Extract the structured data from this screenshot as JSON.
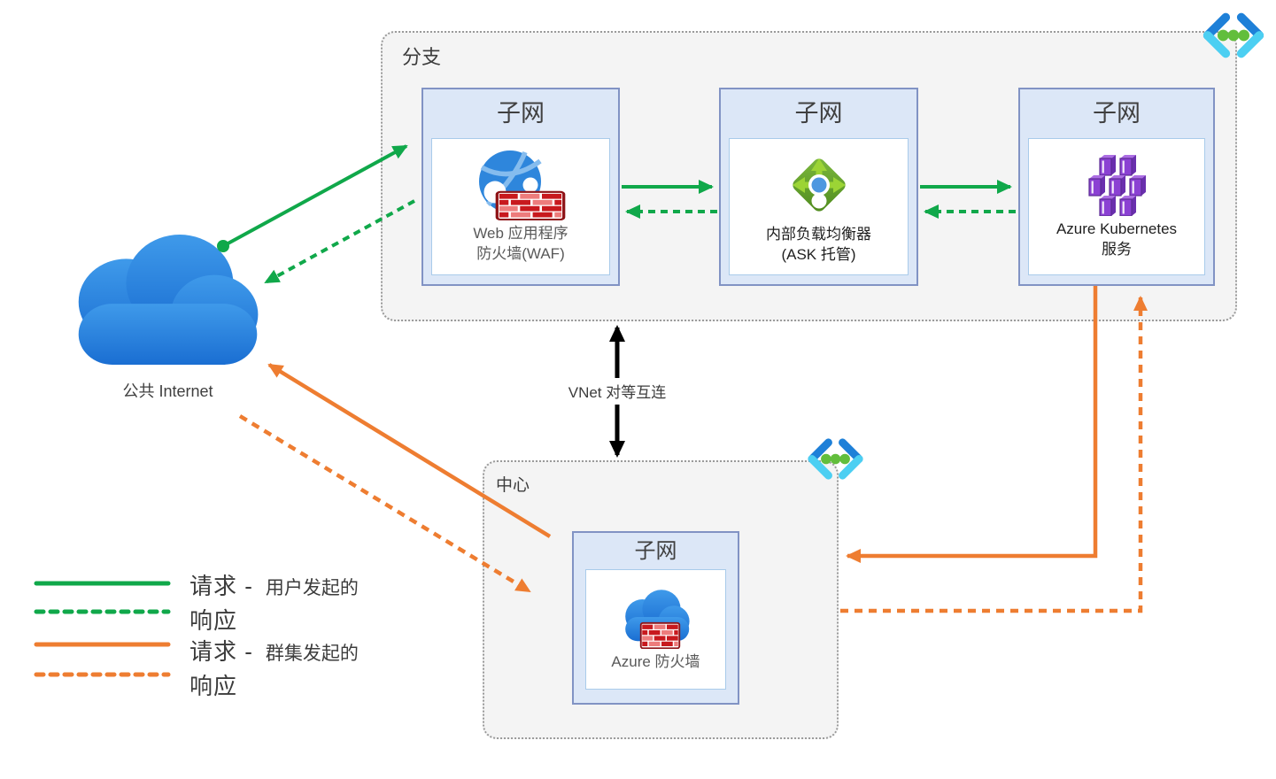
{
  "colors": {
    "request_response_user": "#10A84A",
    "request_response_cluster": "#EE7D31",
    "peering_arrow": "#000000",
    "subnet_border": "#8193C4",
    "subnet_fill": "#DCE7F7",
    "container_fill": "#F4F4F4",
    "cloud_blue": "#2E83DC",
    "aks_purple": "#8B41D3",
    "lb_green": "#5E9E25",
    "firewall_brick_red": "#C8191E",
    "vnet_icon_blue": "#1E80D8",
    "vnet_icon_cyan": "#4CCFF2",
    "vnet_icon_dot_green": "#62BE3C"
  },
  "cloud": {
    "label": "公共 Internet",
    "icon": "internet-cloud-icon"
  },
  "branch": {
    "label": "分支",
    "vnet_icon": "virtual-network-icon",
    "subnets": [
      {
        "header": "子网",
        "label": "Web 应用程序\n防火墙(WAF)",
        "icon": "web-application-firewall-icon"
      },
      {
        "header": "子网",
        "label": "内部负载均衡器\n(ASK 托管)",
        "icon": "internal-load-balancer-icon"
      },
      {
        "header": "子网",
        "label": "Azure Kubernetes\n服务",
        "icon": "azure-kubernetes-service-icon"
      }
    ]
  },
  "hub": {
    "label": "中心",
    "vnet_icon": "virtual-network-icon",
    "subnet": {
      "header": "子网",
      "label": "Azure 防火墙",
      "icon": "azure-firewall-icon"
    }
  },
  "peering": {
    "label": "VNet 对等互连"
  },
  "legend": {
    "items": [
      {
        "line": "solid",
        "color": "#10A84A",
        "term": "请求 -",
        "description": "用户发起的"
      },
      {
        "line": "dashed",
        "color": "#10A84A",
        "term": "响应",
        "description": ""
      },
      {
        "line": "solid",
        "color": "#EE7D31",
        "term": "请求 -",
        "description": "群集发起的"
      },
      {
        "line": "dashed",
        "color": "#EE7D31",
        "term": "响应",
        "description": ""
      }
    ]
  }
}
